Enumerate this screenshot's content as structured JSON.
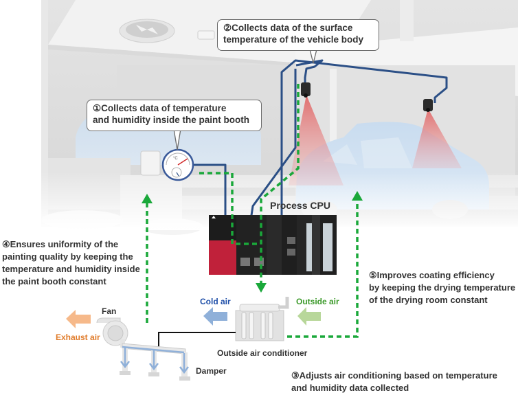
{
  "title": "Paint booth environment control system",
  "callouts": {
    "c1": "①Collects data of temperature\nand humidity inside the paint booth",
    "c1_line1": "①Collects data of temperature",
    "c1_line2": "and humidity inside the paint booth",
    "c2_line1": "②Collects data of the surface",
    "c2_line2": "temperature of the vehicle body"
  },
  "annotations": {
    "a3_line1": "③Adjusts air conditioning based on temperature",
    "a3_line2": "and humidity data collected",
    "a4_line1": "④Ensures uniformity of the",
    "a4_line2": "painting quality by keeping the",
    "a4_line3": "temperature and humidity inside",
    "a4_line4": "the paint booth constant",
    "a5_line1": "⑤Improves coating efficiency",
    "a5_line2": "by keeping the drying temperature",
    "a5_line3": "of the drying room constant"
  },
  "labels": {
    "process_cpu": "Process CPU",
    "fan": "Fan",
    "exhaust_air": "Exhaust air",
    "cold_air": "Cold air",
    "outside_air": "Outside air",
    "outside_air_conditioner": "Outside air conditioner",
    "damper": "Damper"
  },
  "colors": {
    "data_flow_green": "#1aa83a",
    "signal_line_blue": "#2b4f86",
    "exhaust_orange": "#e07b2a",
    "cold_air_blue": "#1f4fa8",
    "outside_air_green": "#3c9a2a",
    "camera_beam_red": "#e88080",
    "plc_red": "#c0213a"
  }
}
